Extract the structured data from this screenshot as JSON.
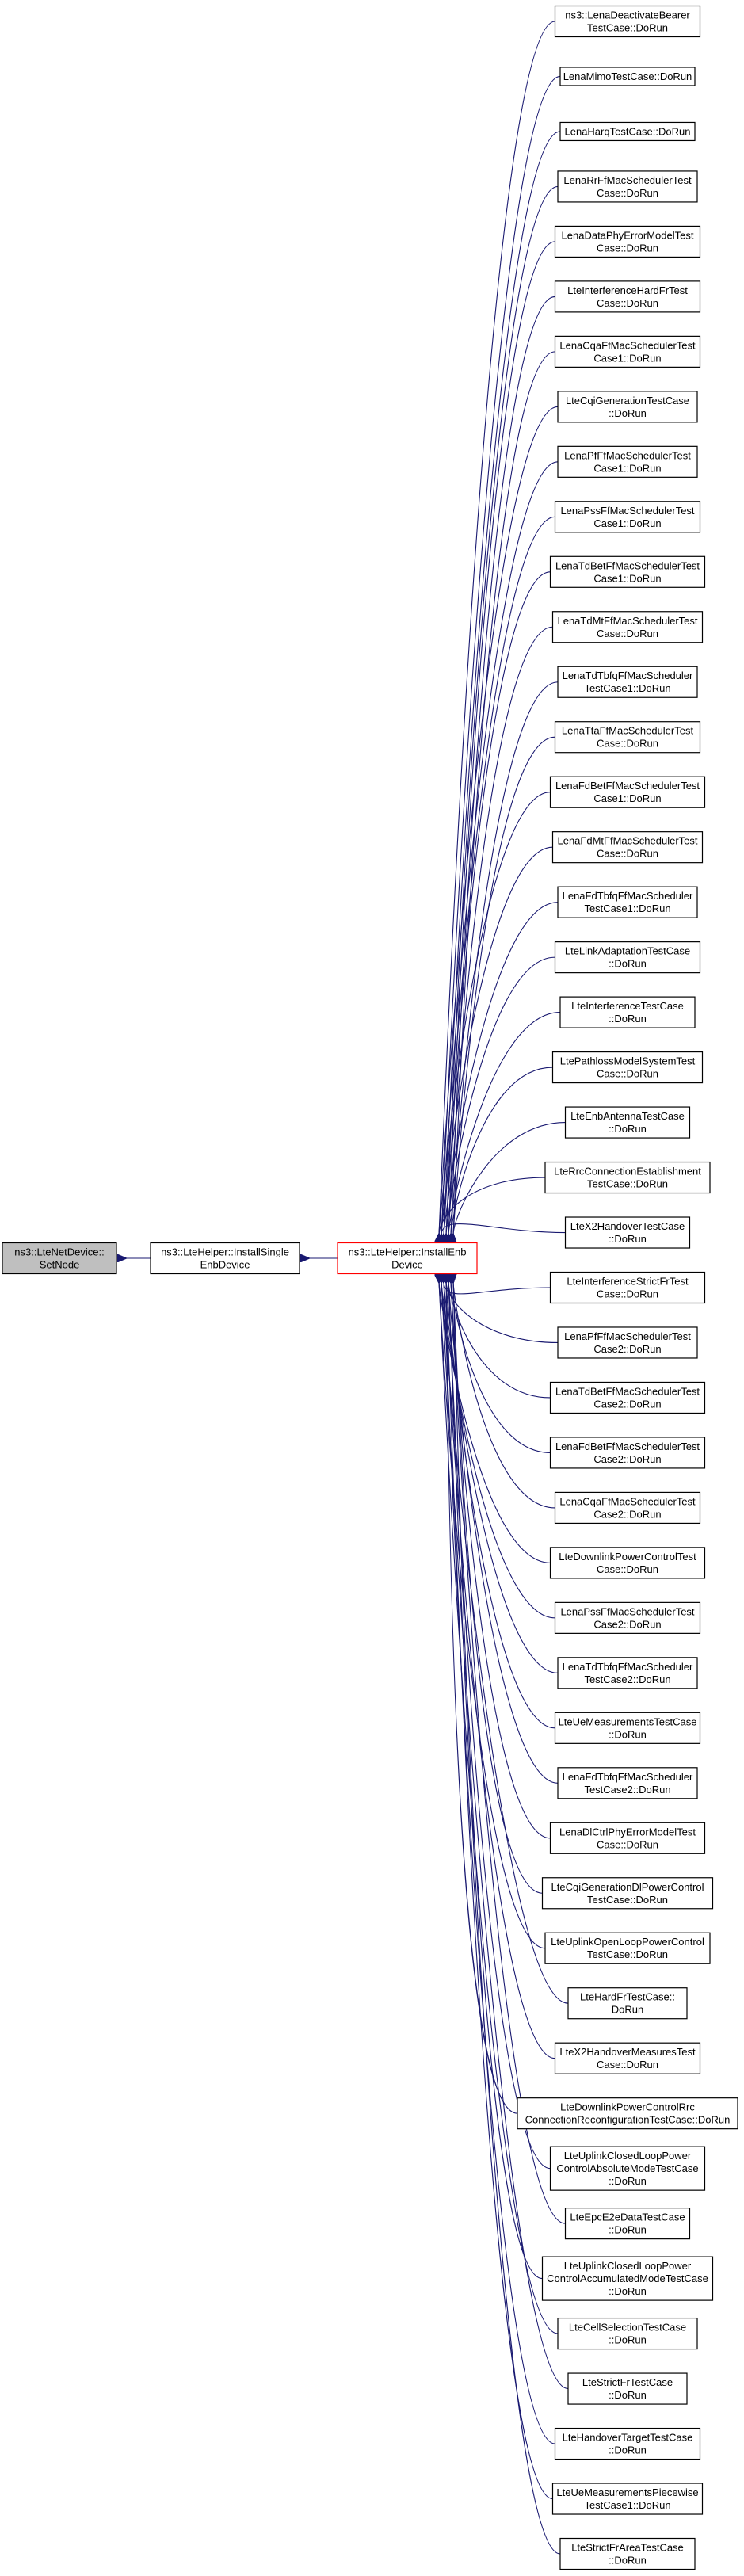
{
  "graph": {
    "root": {
      "lines": [
        "ns3::LteNetDevice::",
        "SetNode"
      ],
      "fill": "#bfbfbf",
      "stroke": "#000000"
    },
    "middle": {
      "lines": [
        "ns3::LteHelper::InstallSingle",
        "EnbDevice"
      ],
      "fill": "#ffffff",
      "stroke": "#000000"
    },
    "hub": {
      "lines": [
        "ns3::LteHelper::InstallEnb",
        "Device"
      ],
      "fill": "#ffffff",
      "stroke": "#ff0000"
    },
    "edge_color": "#191970",
    "callers": [
      {
        "lines": [
          "ns3::LenaDeactivateBearer",
          "TestCase::DoRun"
        ]
      },
      {
        "lines": [
          "LenaMimoTestCase::DoRun"
        ]
      },
      {
        "lines": [
          "LenaHarqTestCase::DoRun"
        ]
      },
      {
        "lines": [
          "LenaRrFfMacSchedulerTest",
          "Case::DoRun"
        ]
      },
      {
        "lines": [
          "LenaDataPhyErrorModelTest",
          "Case::DoRun"
        ]
      },
      {
        "lines": [
          "LteInterferenceHardFrTest",
          "Case::DoRun"
        ]
      },
      {
        "lines": [
          "LenaCqaFfMacSchedulerTest",
          "Case1::DoRun"
        ]
      },
      {
        "lines": [
          "LteCqiGenerationTestCase",
          "::DoRun"
        ]
      },
      {
        "lines": [
          "LenaPfFfMacSchedulerTest",
          "Case1::DoRun"
        ]
      },
      {
        "lines": [
          "LenaPssFfMacSchedulerTest",
          "Case1::DoRun"
        ]
      },
      {
        "lines": [
          "LenaTdBetFfMacSchedulerTest",
          "Case1::DoRun"
        ]
      },
      {
        "lines": [
          "LenaTdMtFfMacSchedulerTest",
          "Case::DoRun"
        ]
      },
      {
        "lines": [
          "LenaTdTbfqFfMacScheduler",
          "TestCase1::DoRun"
        ]
      },
      {
        "lines": [
          "LenaTtaFfMacSchedulerTest",
          "Case::DoRun"
        ]
      },
      {
        "lines": [
          "LenaFdBetFfMacSchedulerTest",
          "Case1::DoRun"
        ]
      },
      {
        "lines": [
          "LenaFdMtFfMacSchedulerTest",
          "Case::DoRun"
        ]
      },
      {
        "lines": [
          "LenaFdTbfqFfMacScheduler",
          "TestCase1::DoRun"
        ]
      },
      {
        "lines": [
          "LteLinkAdaptationTestCase",
          "::DoRun"
        ]
      },
      {
        "lines": [
          "LteInterferenceTestCase",
          "::DoRun"
        ]
      },
      {
        "lines": [
          "LtePathlossModelSystemTest",
          "Case::DoRun"
        ]
      },
      {
        "lines": [
          "LteEnbAntennaTestCase",
          "::DoRun"
        ]
      },
      {
        "lines": [
          "LteRrcConnectionEstablishment",
          "TestCase::DoRun"
        ]
      },
      {
        "lines": [
          "LteX2HandoverTestCase",
          "::DoRun"
        ]
      },
      {
        "lines": [
          "LteInterferenceStrictFrTest",
          "Case::DoRun"
        ]
      },
      {
        "lines": [
          "LenaPfFfMacSchedulerTest",
          "Case2::DoRun"
        ]
      },
      {
        "lines": [
          "LenaTdBetFfMacSchedulerTest",
          "Case2::DoRun"
        ]
      },
      {
        "lines": [
          "LenaFdBetFfMacSchedulerTest",
          "Case2::DoRun"
        ]
      },
      {
        "lines": [
          "LenaCqaFfMacSchedulerTest",
          "Case2::DoRun"
        ]
      },
      {
        "lines": [
          "LteDownlinkPowerControlTest",
          "Case::DoRun"
        ]
      },
      {
        "lines": [
          "LenaPssFfMacSchedulerTest",
          "Case2::DoRun"
        ]
      },
      {
        "lines": [
          "LenaTdTbfqFfMacScheduler",
          "TestCase2::DoRun"
        ]
      },
      {
        "lines": [
          "LteUeMeasurementsTestCase",
          "::DoRun"
        ]
      },
      {
        "lines": [
          "LenaFdTbfqFfMacScheduler",
          "TestCase2::DoRun"
        ]
      },
      {
        "lines": [
          "LenaDlCtrlPhyErrorModelTest",
          "Case::DoRun"
        ]
      },
      {
        "lines": [
          "LteCqiGenerationDlPowerControl",
          "TestCase::DoRun"
        ]
      },
      {
        "lines": [
          "LteUplinkOpenLoopPowerControl",
          "TestCase::DoRun"
        ]
      },
      {
        "lines": [
          "LteHardFrTestCase::",
          "DoRun"
        ]
      },
      {
        "lines": [
          "LteX2HandoverMeasuresTest",
          "Case::DoRun"
        ]
      },
      {
        "lines": [
          "LteDownlinkPowerControlRrc",
          "ConnectionReconfigurationTestCase::DoRun"
        ]
      },
      {
        "lines": [
          "LteUplinkClosedLoopPower",
          "ControlAbsoluteModeTestCase",
          "::DoRun"
        ]
      },
      {
        "lines": [
          "LteEpcE2eDataTestCase",
          "::DoRun"
        ]
      },
      {
        "lines": [
          "LteUplinkClosedLoopPower",
          "ControlAccumulatedModeTestCase",
          "::DoRun"
        ]
      },
      {
        "lines": [
          "LteCellSelectionTestCase",
          "::DoRun"
        ]
      },
      {
        "lines": [
          "LteStrictFrTestCase",
          "::DoRun"
        ]
      },
      {
        "lines": [
          "LteHandoverTargetTestCase",
          "::DoRun"
        ]
      },
      {
        "lines": [
          "LteUeMeasurementsPiecewise",
          "TestCase1::DoRun"
        ]
      },
      {
        "lines": [
          "LteStrictFrAreaTestCase",
          "::DoRun"
        ]
      }
    ]
  }
}
